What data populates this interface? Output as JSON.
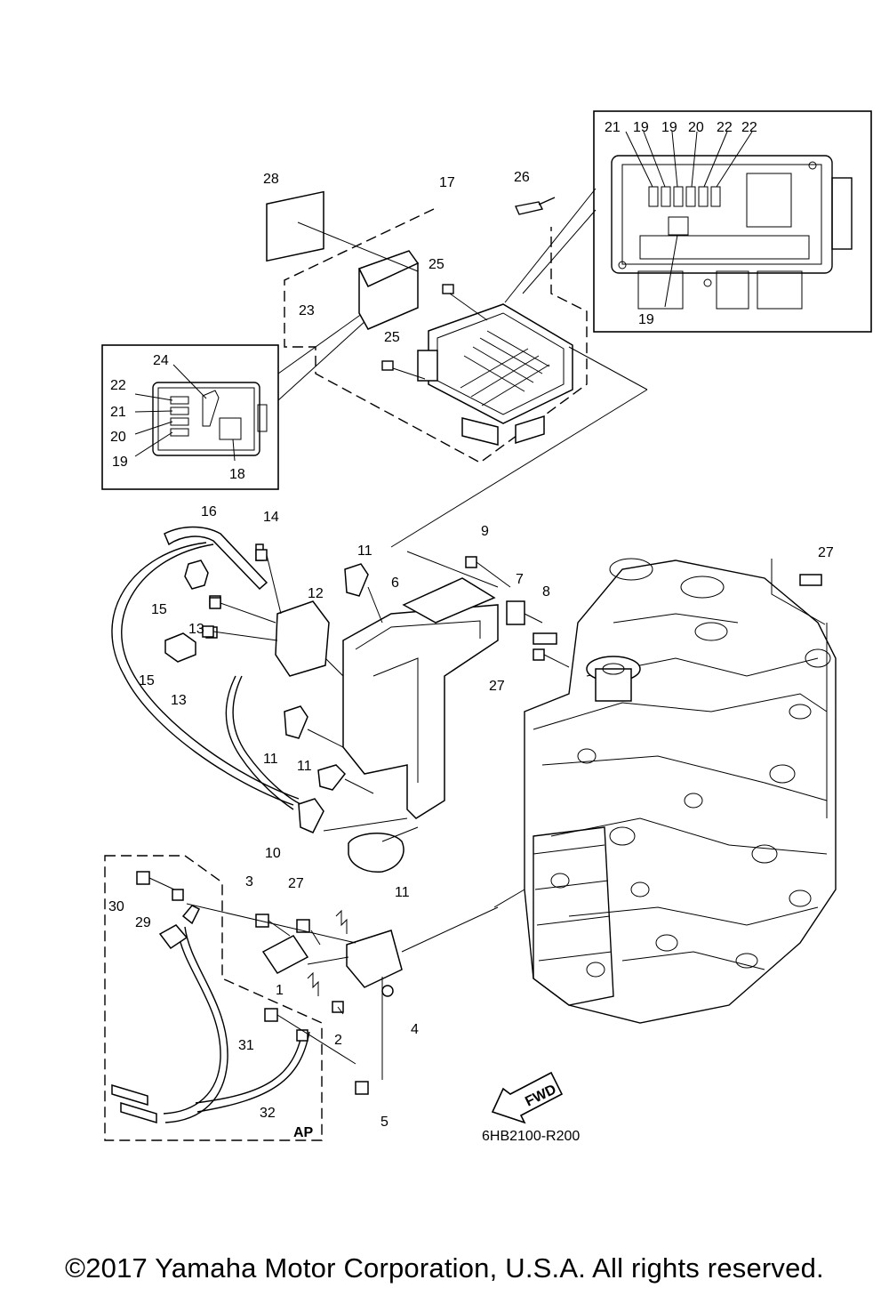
{
  "diagram": {
    "drawing_code": "6HB2100-R200",
    "fwd_label": "FWD",
    "option_label": "AP",
    "callouts": [
      "1",
      "2",
      "3",
      "4",
      "5",
      "6",
      "7",
      "8",
      "9",
      "10",
      "11",
      "11",
      "11",
      "11",
      "12",
      "13",
      "13",
      "14",
      "15",
      "15",
      "16",
      "17",
      "18",
      "19",
      "20",
      "21",
      "22",
      "23",
      "24",
      "25",
      "25",
      "26",
      "27",
      "27",
      "27",
      "27",
      "28",
      "29",
      "30",
      "31",
      "32",
      "21",
      "19",
      "19",
      "20",
      "22",
      "22",
      "19"
    ]
  },
  "footer": {
    "copyright": "©2017 Yamaha Motor Corporation, U.S.A. All rights reserved."
  }
}
